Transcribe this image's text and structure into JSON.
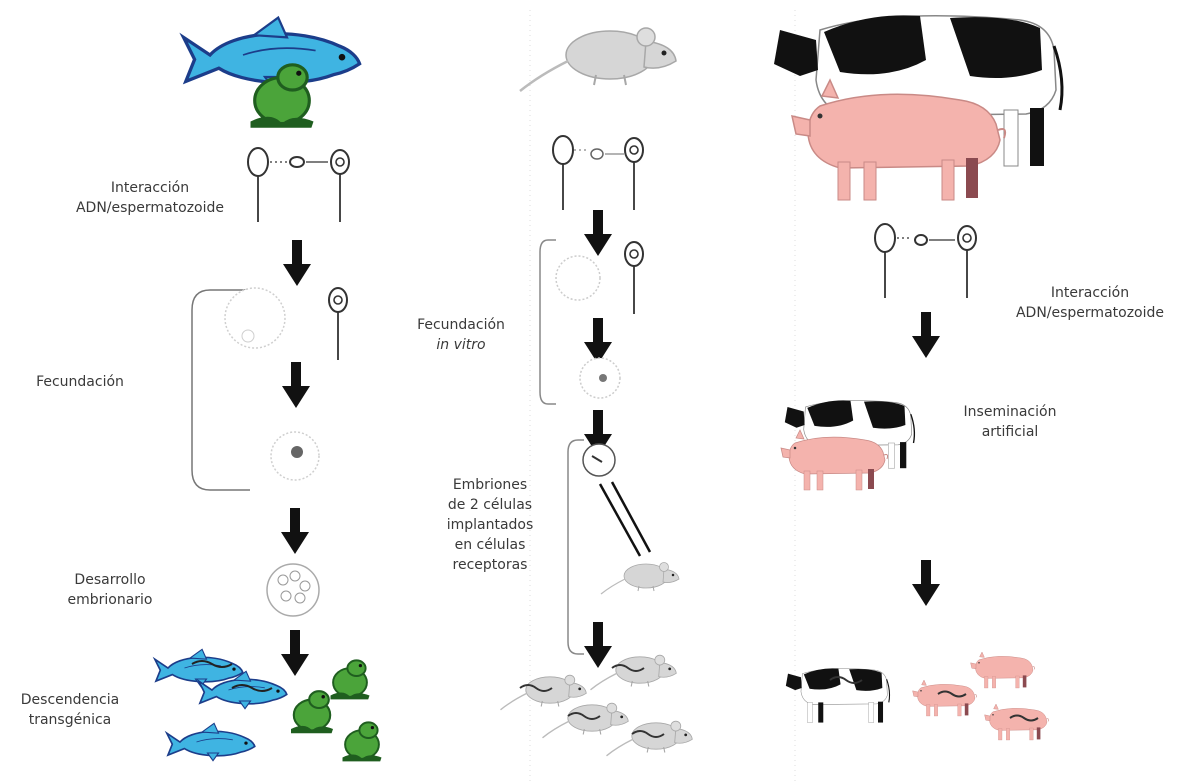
{
  "colors": {
    "fish": "#3fb4e2",
    "fish_outline": "#1c3d8a",
    "frog": "#4ba43a",
    "frog_dark": "#1f5e1f",
    "pig": "#f4b3ad",
    "pig_dark": "#8b4a50",
    "cow_black": "#111111",
    "mouse": "#d6d6d6",
    "arrow": "#111111",
    "text": "#3a3a3a"
  },
  "column_fish_frog": {
    "step_interaction_line1": "Interacción",
    "step_interaction_line2": "ADN/espermatozoide",
    "step_fertilization": "Fecundación",
    "step_development_line1": "Desarrollo",
    "step_development_line2": "embrionario",
    "step_offspring_line1": "Descendencia",
    "step_offspring_line2": "transgénica"
  },
  "column_mouse": {
    "step_ivf_line1": "Fecundación",
    "step_ivf_line2": "in vitro",
    "step_embryo_line1": "Embriones",
    "step_embryo_line2": "de 2 células",
    "step_embryo_line3": "implantados",
    "step_embryo_line4": "en células",
    "step_embryo_line5": "receptoras"
  },
  "column_cow_pig": {
    "step_interaction_line1": "Interacción",
    "step_interaction_line2": "ADN/espermatozoide",
    "step_insemination_line1": "Inseminación",
    "step_insemination_line2": "artificial"
  }
}
